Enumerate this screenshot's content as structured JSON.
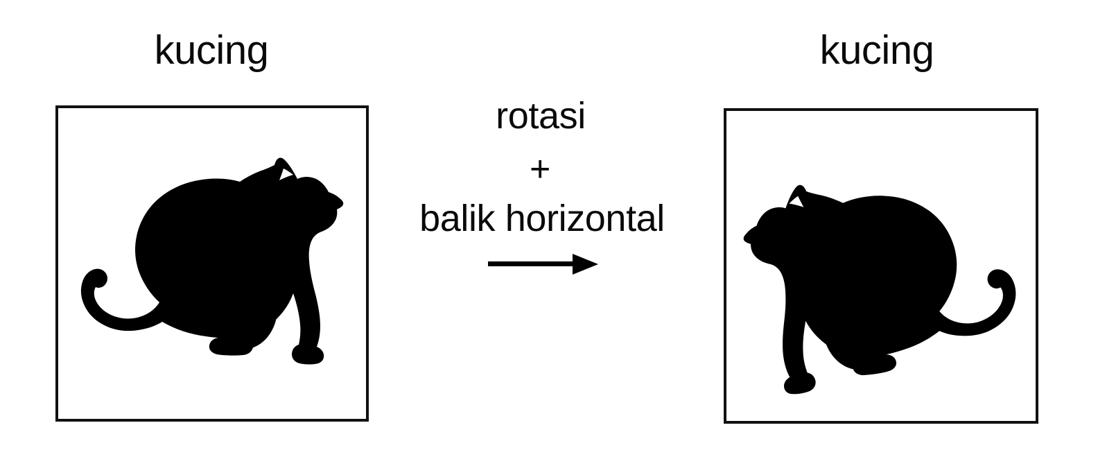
{
  "background_color": "#ffffff",
  "ink_color": "#0a0a0a",
  "diagram": {
    "kind": "image-augmentation-illustration",
    "source": {
      "label": "kucing",
      "icon": "cat-silhouette-icon",
      "description": "sitting cat silhouette facing right, tail curving to the left"
    },
    "transform": {
      "line1": "rotasi",
      "operator": "+",
      "line2": "balik horizontal",
      "arrow": "right-arrow-icon"
    },
    "result": {
      "label": "kucing",
      "icon": "cat-silhouette-icon",
      "description": "same cat silhouette mirrored horizontally and rotated, facing left, tail curving to the right"
    }
  }
}
